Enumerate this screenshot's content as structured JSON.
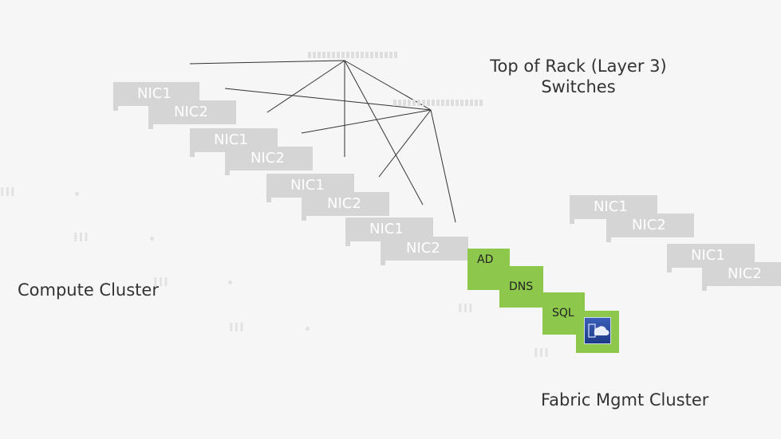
{
  "title": "Top of Rack (Layer 3)\nSwitches",
  "title_line1": "Top of Rack (Layer 3)",
  "title_line2": "Switches",
  "compute_label": "Compute Cluster",
  "fabric_label": "Fabric Mgmt Cluster",
  "nic_labels": {
    "nic1": "NIC1",
    "nic2": "NIC2"
  },
  "services": [
    "AD",
    "DNS",
    "SQL"
  ],
  "icons": {
    "cloud": "cloud-server-icon"
  },
  "colors": {
    "service_green": "#8dc84d",
    "nic_gray": "#d5d5d5",
    "background": "#f6f6f6"
  }
}
